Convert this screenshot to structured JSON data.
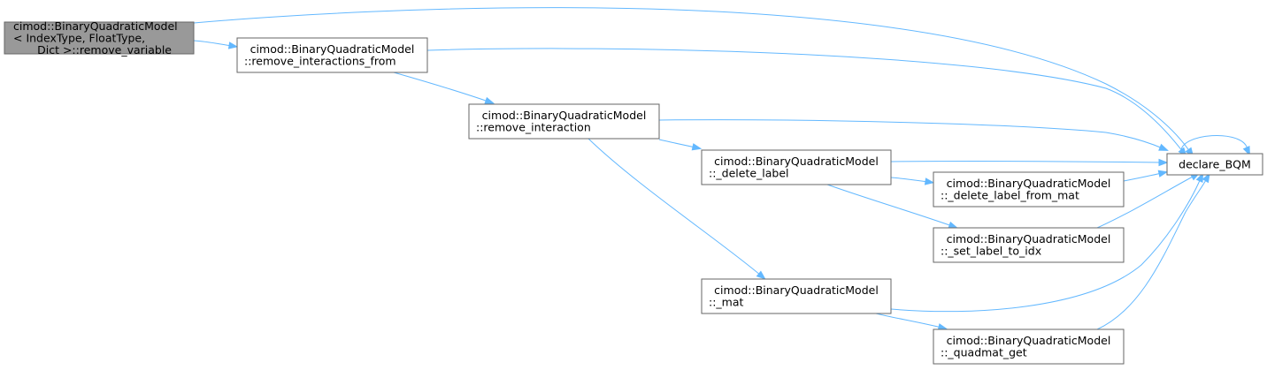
{
  "colors": {
    "edge": "#63b8ff",
    "node_border": "#666666",
    "root_fill": "#999999",
    "node_fill": "#ffffff"
  },
  "nodes": [
    {
      "id": "remove_variable",
      "lines": [
        "cimod::BinaryQuadraticModel",
        "< IndexType, FloatType,",
        "Dict >::remove_variable"
      ],
      "root": true
    },
    {
      "id": "remove_interactions_from",
      "lines": [
        "cimod::BinaryQuadraticModel",
        "::remove_interactions_from"
      ]
    },
    {
      "id": "remove_interaction",
      "lines": [
        "cimod::BinaryQuadraticModel",
        "::remove_interaction"
      ]
    },
    {
      "id": "delete_label",
      "lines": [
        "cimod::BinaryQuadraticModel",
        "::_delete_label"
      ]
    },
    {
      "id": "mat",
      "lines": [
        "cimod::BinaryQuadraticModel",
        "::_mat"
      ]
    },
    {
      "id": "delete_label_from_mat",
      "lines": [
        "cimod::BinaryQuadraticModel",
        "::_delete_label_from_mat"
      ]
    },
    {
      "id": "set_label_to_idx",
      "lines": [
        "cimod::BinaryQuadraticModel",
        "::_set_label_to_idx"
      ]
    },
    {
      "id": "quadmat_get",
      "lines": [
        "cimod::BinaryQuadraticModel",
        "::_quadmat_get"
      ]
    },
    {
      "id": "declare_BQM",
      "lines": [
        "declare_BQM"
      ]
    }
  ],
  "edges": [
    {
      "from": "remove_variable",
      "to": "declare_BQM"
    },
    {
      "from": "remove_variable",
      "to": "remove_interactions_from"
    },
    {
      "from": "remove_interactions_from",
      "to": "declare_BQM"
    },
    {
      "from": "remove_interactions_from",
      "to": "remove_interaction"
    },
    {
      "from": "remove_interaction",
      "to": "declare_BQM"
    },
    {
      "from": "remove_interaction",
      "to": "delete_label"
    },
    {
      "from": "remove_interaction",
      "to": "mat"
    },
    {
      "from": "delete_label",
      "to": "declare_BQM"
    },
    {
      "from": "delete_label",
      "to": "delete_label_from_mat"
    },
    {
      "from": "delete_label",
      "to": "set_label_to_idx"
    },
    {
      "from": "delete_label_from_mat",
      "to": "declare_BQM"
    },
    {
      "from": "set_label_to_idx",
      "to": "declare_BQM"
    },
    {
      "from": "mat",
      "to": "declare_BQM"
    },
    {
      "from": "mat",
      "to": "quadmat_get"
    },
    {
      "from": "quadmat_get",
      "to": "declare_BQM"
    },
    {
      "from": "declare_BQM",
      "to": "declare_BQM"
    }
  ]
}
